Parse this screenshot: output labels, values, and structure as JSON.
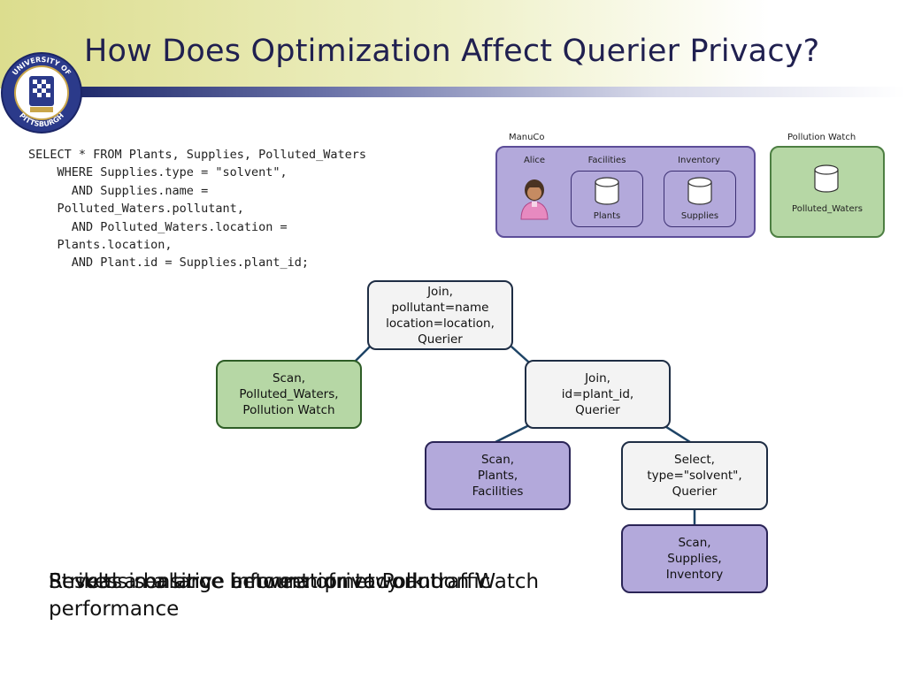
{
  "slide": {
    "title": "How Does Optimization Affect Querier Privacy?"
  },
  "sql": {
    "lines": [
      "SELECT * FROM Plants, Supplies, Polluted_Waters",
      "    WHERE Supplies.type = \"solvent\",",
      "      AND Supplies.name =",
      "    Polluted_Waters.pollutant,",
      "      AND Polluted_Waters.location =",
      "    Plants.location,",
      "      AND Plant.id = Supplies.plant_id;"
    ]
  },
  "topology": {
    "manuco": {
      "label": "ManuCo",
      "alice": "Alice",
      "facilities_label": "Facilities",
      "inventory_label": "Inventory",
      "plants_db": "Plants",
      "supplies_db": "Supplies",
      "color": "#b3a9db"
    },
    "pollution_watch": {
      "label": "Pollution Watch",
      "db": "Polluted_Waters",
      "color": "#b6d7a5"
    }
  },
  "plan": {
    "root": [
      "Join,",
      "pollutant=name",
      "location=location,",
      "Querier"
    ],
    "scan_waters": [
      "Scan,",
      "Polluted_Waters,",
      "Pollution Watch"
    ],
    "join2": [
      "Join,",
      "id=plant_id,",
      "Querier"
    ],
    "scan_plants": [
      "Scan,",
      "Plants,",
      "Facilities"
    ],
    "select": [
      "Select,",
      "type=\"solvent\",",
      "Querier"
    ],
    "scan_supplies": [
      "Scan,",
      "Supplies,",
      "Inventory"
    ]
  },
  "bullets": {
    "overlapping": [
      "Strikes a balance between privacy and",
      "Results in a large amount of network traffic",
      "Reveals sensitive information to Pollution Watch"
    ],
    "continuation": "performance"
  }
}
